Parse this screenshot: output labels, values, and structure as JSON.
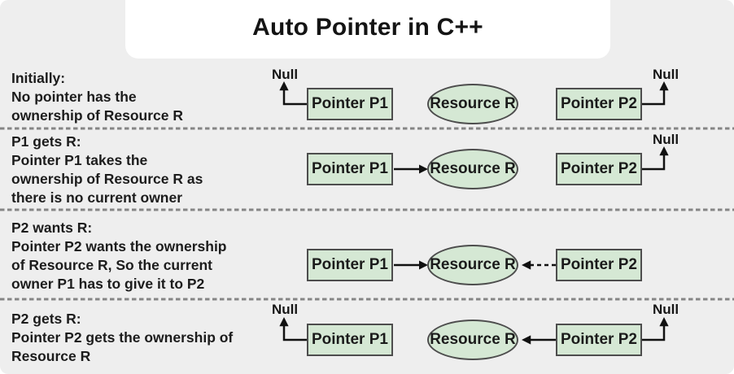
{
  "title": "Auto Pointer in C++",
  "labels": {
    "p1": "Pointer P1",
    "p2": "Pointer P2",
    "resource": "Resource R",
    "null_label": "Null"
  },
  "rows": [
    {
      "text": "Initially:\nNo pointer has the\nownership of Resource R"
    },
    {
      "text": "P1 gets R:\nPointer P1 takes the\nownership of Resource R as\nthere is no current owner"
    },
    {
      "text": "P2 wants R:\nPointer P2 wants the ownership\nof Resource R, So the current\nowner P1 has to give it to P2"
    },
    {
      "text": "P2 gets R:\nPointer P2 gets the ownership of\nResource R"
    }
  ],
  "colors": {
    "background": "#eeeeee",
    "title_card": "#ffffff",
    "shape_fill": "#d5e8d4",
    "shape_border": "#4d4d4d",
    "arrow": "#111111",
    "separator": "#858585",
    "text": "#1c1c1c"
  }
}
